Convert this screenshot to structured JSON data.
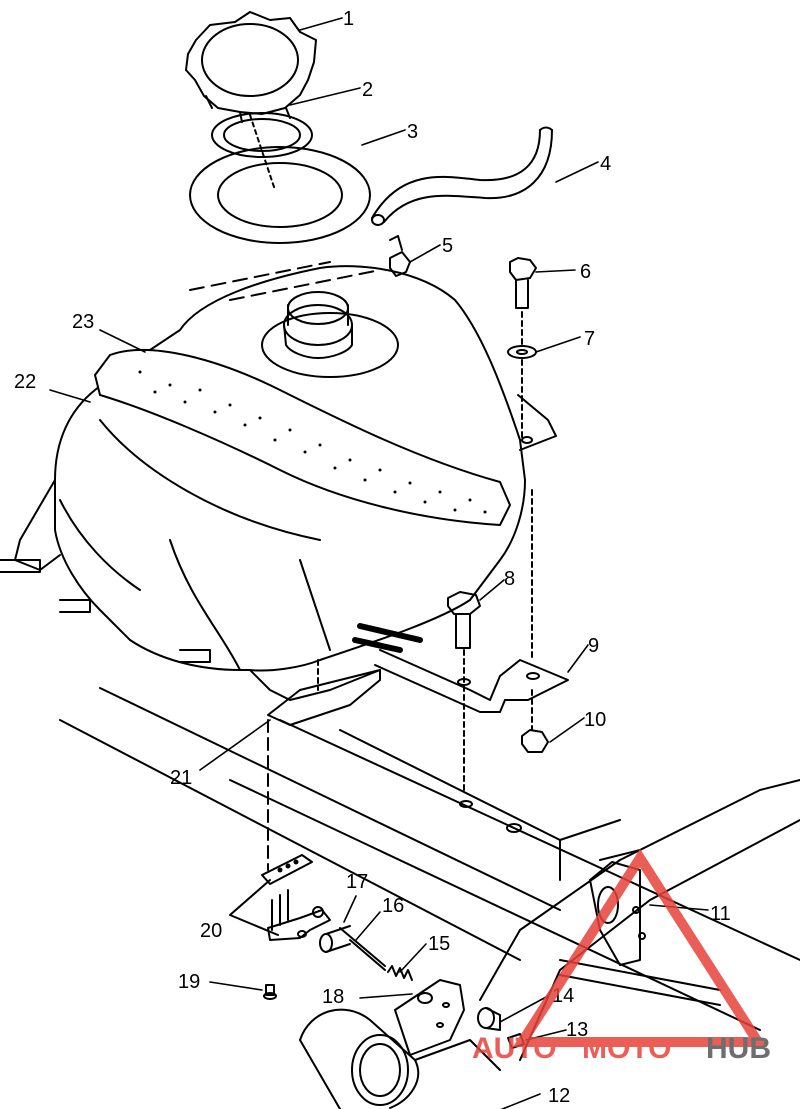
{
  "diagram": {
    "callouts": [
      {
        "id": "c1",
        "label": "1"
      },
      {
        "id": "c2",
        "label": "2"
      },
      {
        "id": "c3",
        "label": "3"
      },
      {
        "id": "c4",
        "label": "4"
      },
      {
        "id": "c5",
        "label": "5"
      },
      {
        "id": "c6",
        "label": "6"
      },
      {
        "id": "c7",
        "label": "7"
      },
      {
        "id": "c8",
        "label": "8"
      },
      {
        "id": "c9",
        "label": "9"
      },
      {
        "id": "c10",
        "label": "10"
      },
      {
        "id": "c11",
        "label": "11"
      },
      {
        "id": "c12",
        "label": "12"
      },
      {
        "id": "c13",
        "label": "13"
      },
      {
        "id": "c14",
        "label": "14"
      },
      {
        "id": "c15",
        "label": "15"
      },
      {
        "id": "c16",
        "label": "16"
      },
      {
        "id": "c17",
        "label": "17"
      },
      {
        "id": "c18",
        "label": "18"
      },
      {
        "id": "c19",
        "label": "19"
      },
      {
        "id": "c20",
        "label": "20"
      },
      {
        "id": "c21",
        "label": "21"
      },
      {
        "id": "c22",
        "label": "22"
      },
      {
        "id": "c23",
        "label": "23"
      }
    ]
  },
  "watermark": {
    "part1": "AUTO",
    "part2": "MOTO",
    "part3": "HUB",
    "color_primary": "#e8423a",
    "color_secondary": "#555555"
  }
}
